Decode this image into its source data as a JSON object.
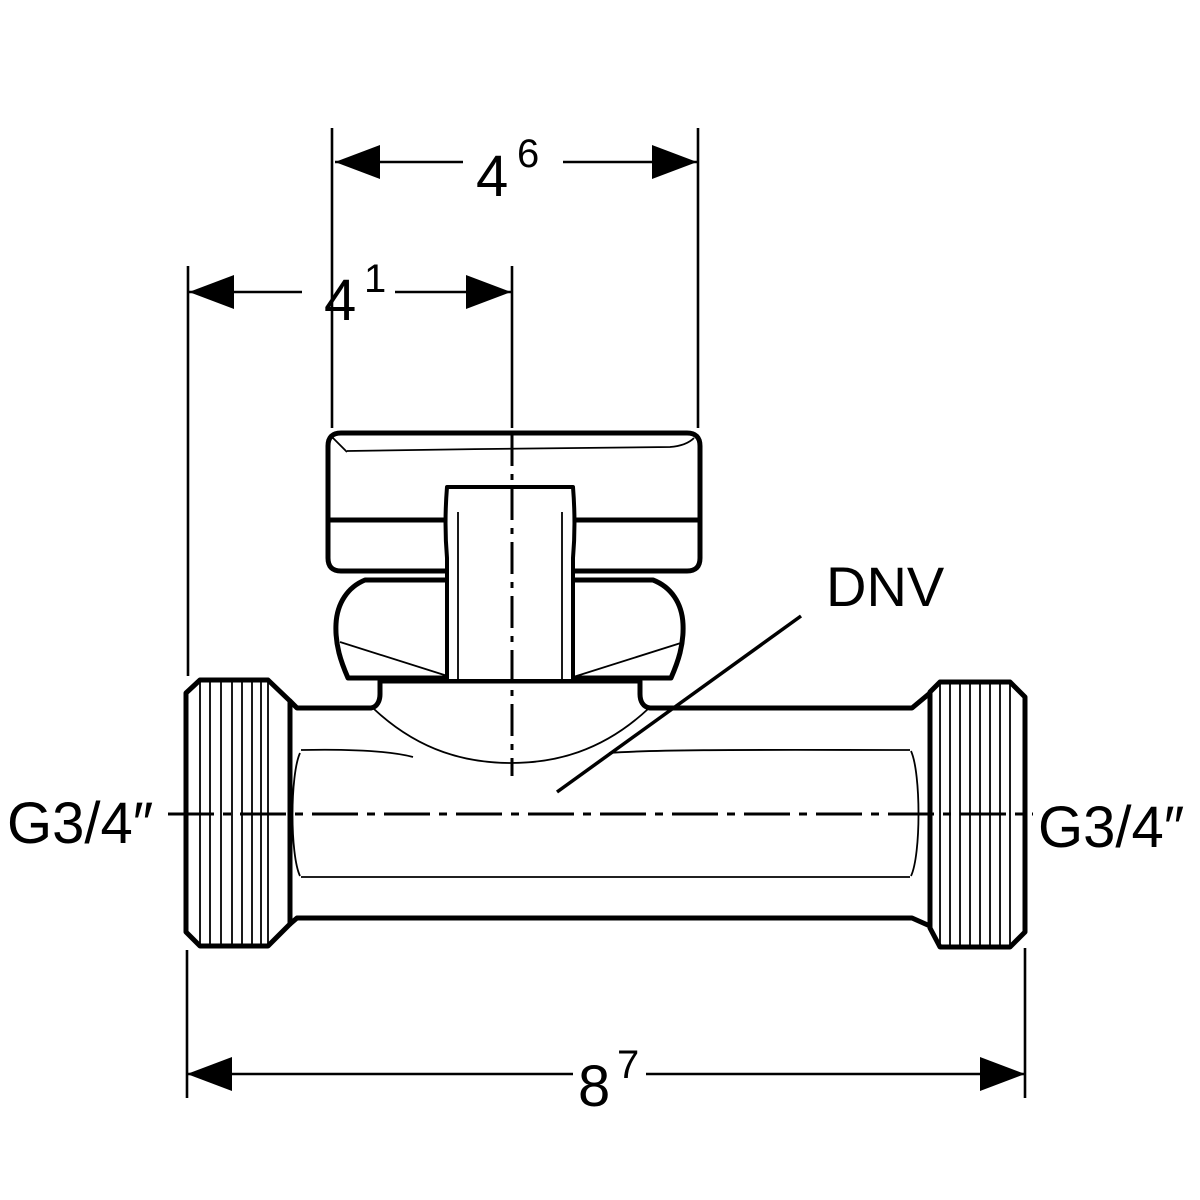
{
  "canvas": {
    "background": "#ffffff",
    "line_color": "#000000"
  },
  "drawing": {
    "dimensions": {
      "handle_width": {
        "value": "4",
        "superscript": "6"
      },
      "inlet_to_center": {
        "value": "4",
        "superscript": "1"
      },
      "overall_length": {
        "value": "8",
        "superscript": "7"
      }
    },
    "labels": {
      "left_thread": "G3/4″",
      "right_thread": "G3/4″",
      "designation": "DNV"
    }
  }
}
